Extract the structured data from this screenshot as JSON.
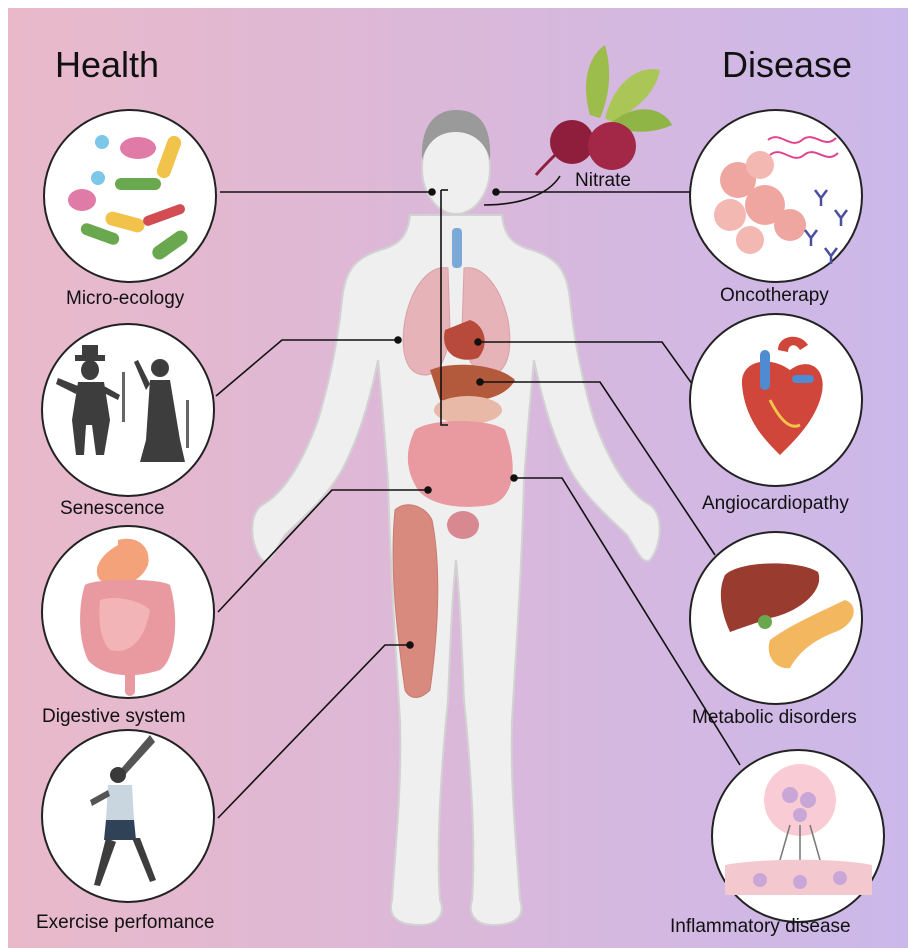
{
  "headings": {
    "left": "Health",
    "right": "Disease"
  },
  "center_label": "Nitrate",
  "health": [
    {
      "label": "Micro-ecology",
      "icon": "bacteria-icon"
    },
    {
      "label": "Senescence",
      "icon": "elderly-couple-icon"
    },
    {
      "label": "Digestive system",
      "icon": "digestive-tract-icon"
    },
    {
      "label": "Exercise perfomance",
      "icon": "exercising-person-icon"
    }
  ],
  "disease": [
    {
      "label": "Oncotherapy",
      "icon": "tumor-cells-icon"
    },
    {
      "label": "Angiocardiopathy",
      "icon": "heart-icon"
    },
    {
      "label": "Metabolic disorders",
      "icon": "liver-pancreas-icon"
    },
    {
      "label": "Inflammatory disease",
      "icon": "inflamed-tissue-icon"
    }
  ],
  "colors": {
    "bg_left": "#e9b9c9",
    "bg_right": "#cbb8ea",
    "body": "#efefef",
    "organ": "#e8a39a",
    "beet": "#8e1e3c"
  }
}
